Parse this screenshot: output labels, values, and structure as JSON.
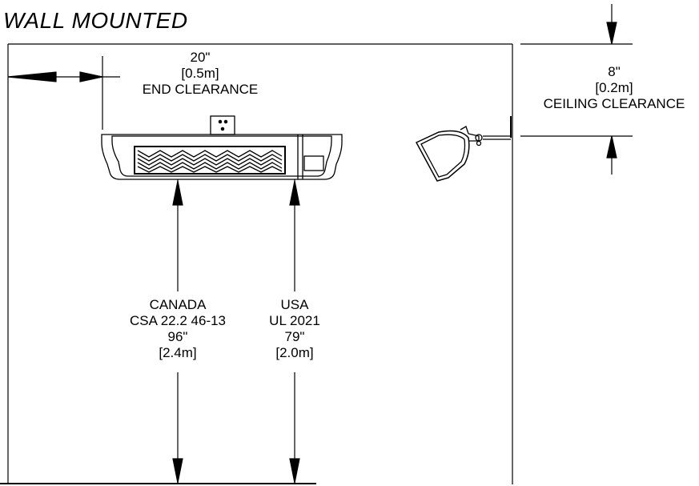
{
  "title": "WALL MOUNTED",
  "end_clearance": {
    "imperial": "20\"",
    "metric": "[0.5m]",
    "label": "END CLEARANCE"
  },
  "ceiling_clearance": {
    "imperial": "8\"",
    "metric": "[0.2m]",
    "label": "CEILING CLEARANCE"
  },
  "canada": {
    "region": "CANADA",
    "standard": "CSA 22.2 46-13",
    "imperial": "96\"",
    "metric": "[2.4m]"
  },
  "usa": {
    "region": "USA",
    "standard": "UL 2021",
    "imperial": "79\"",
    "metric": "[2.0m]"
  }
}
